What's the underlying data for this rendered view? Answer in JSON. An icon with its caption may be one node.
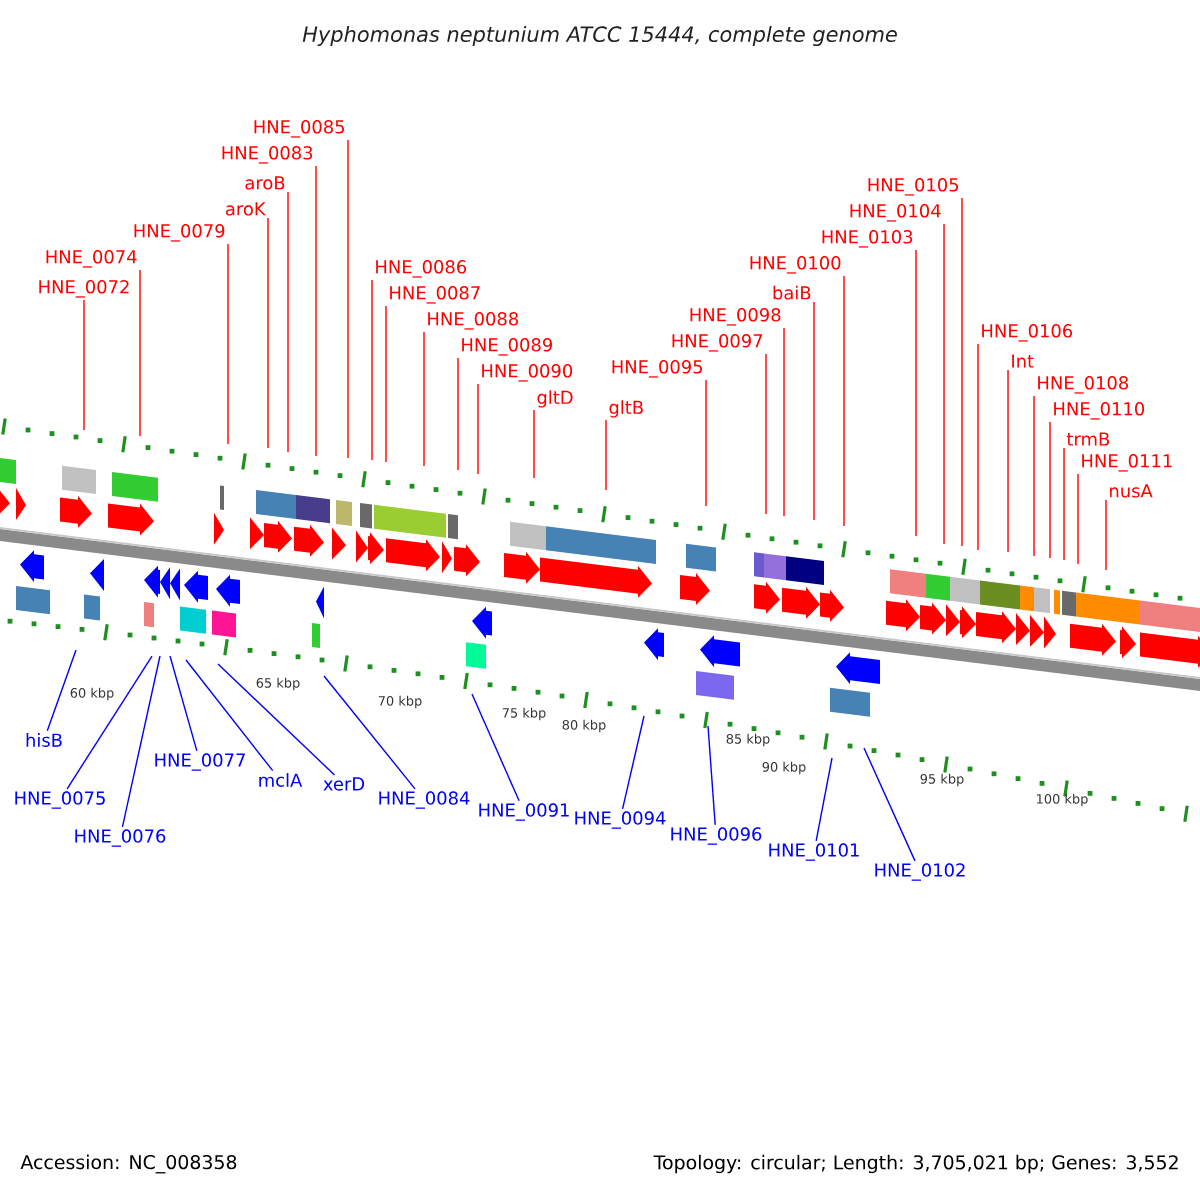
{
  "diagram": {
    "title": "Hyphomonas neptunium ATCC 15444, complete genome",
    "nodes": [
      {
        "text": [
          "HNE_0072"
        ]
      },
      {
        "text": [
          "HNE_0074"
        ]
      },
      {
        "text": [
          "HNE_0079"
        ]
      },
      {
        "text": [
          "aroK"
        ]
      },
      {
        "text": [
          "aroB"
        ]
      },
      {
        "text": [
          "HNE_0083"
        ]
      },
      {
        "text": [
          "HNE_0085"
        ]
      },
      {
        "text": [
          "HNE_0086"
        ]
      },
      {
        "text": [
          "HNE_0087"
        ]
      },
      {
        "text": [
          "HNE_0088"
        ]
      },
      {
        "text": [
          "HNE_0089"
        ]
      },
      {
        "text": [
          "HNE_0090"
        ]
      },
      {
        "text": [
          "gltD"
        ]
      },
      {
        "text": [
          "gltB"
        ]
      },
      {
        "text": [
          "HNE_0095"
        ]
      },
      {
        "text": [
          "HNE_0097"
        ]
      },
      {
        "text": [
          "HNE_0098"
        ]
      },
      {
        "text": [
          "baiB"
        ]
      },
      {
        "text": [
          "HNE_0100"
        ]
      },
      {
        "text": [
          "HNE_0103"
        ]
      },
      {
        "text": [
          "HNE_0104"
        ]
      },
      {
        "text": [
          "HNE_0105"
        ]
      },
      {
        "text": [
          "HNE_0106"
        ]
      },
      {
        "text": [
          "Int"
        ]
      },
      {
        "text": [
          "HNE_0108"
        ]
      },
      {
        "text": [
          "HNE_0110"
        ]
      },
      {
        "text": [
          "trmB"
        ]
      },
      {
        "text": [
          "HNE_0111"
        ]
      },
      {
        "text": [
          "nusA"
        ]
      },
      {
        "text": [
          "hisB"
        ]
      },
      {
        "text": [
          "HNE_0075"
        ]
      },
      {
        "text": [
          "HNE_0076"
        ]
      },
      {
        "text": [
          "HNE_0077"
        ]
      },
      {
        "text": [
          "mclA"
        ]
      },
      {
        "text": [
          "xerD"
        ]
      },
      {
        "text": [
          "HNE_0084"
        ]
      },
      {
        "text": [
          "HNE_0091"
        ]
      },
      {
        "text": [
          "HNE_0094"
        ]
      },
      {
        "text": [
          "HNE_0096"
        ]
      },
      {
        "text": [
          "HNE_0101"
        ]
      },
      {
        "text": [
          "HNE_0102"
        ]
      }
    ],
    "edges": [
      {
        "from": 0,
        "to": null,
        "arrow": "none"
      },
      {
        "from": 1,
        "to": null,
        "arrow": "none"
      },
      {
        "from": 2,
        "to": null,
        "arrow": "none"
      },
      {
        "from": 3,
        "to": null,
        "arrow": "none"
      },
      {
        "from": 4,
        "to": null,
        "arrow": "none"
      },
      {
        "from": 5,
        "to": null,
        "arrow": "none"
      },
      {
        "from": 6,
        "to": null,
        "arrow": "none"
      },
      {
        "from": 7,
        "to": null,
        "arrow": "none"
      },
      {
        "from": 8,
        "to": null,
        "arrow": "none"
      },
      {
        "from": 9,
        "to": null,
        "arrow": "none"
      },
      {
        "from": 10,
        "to": null,
        "arrow": "none"
      },
      {
        "from": 11,
        "to": null,
        "arrow": "none"
      },
      {
        "from": 12,
        "to": null,
        "arrow": "none"
      },
      {
        "from": 13,
        "to": null,
        "arrow": "none"
      },
      {
        "from": 14,
        "to": null,
        "arrow": "none"
      },
      {
        "from": 15,
        "to": null,
        "arrow": "none"
      },
      {
        "from": 16,
        "to": null,
        "arrow": "none"
      },
      {
        "from": 17,
        "to": null,
        "arrow": "none"
      },
      {
        "from": 18,
        "to": null,
        "arrow": "none"
      },
      {
        "from": 19,
        "to": null,
        "arrow": "none"
      },
      {
        "from": 20,
        "to": null,
        "arrow": "none"
      },
      {
        "from": 21,
        "to": null,
        "arrow": "none"
      },
      {
        "from": 22,
        "to": null,
        "arrow": "none"
      },
      {
        "from": 23,
        "to": null,
        "arrow": "none"
      },
      {
        "from": 24,
        "to": null,
        "arrow": "none"
      },
      {
        "from": 25,
        "to": null,
        "arrow": "none"
      },
      {
        "from": 26,
        "to": null,
        "arrow": "none"
      },
      {
        "from": 27,
        "to": null,
        "arrow": "none"
      },
      {
        "from": 28,
        "to": null,
        "arrow": "none"
      },
      {
        "from": 29,
        "to": null,
        "arrow": "none",
        "color": "#0000ff"
      },
      {
        "from": 30,
        "to": null,
        "arrow": "none",
        "color": "#0000ff"
      },
      {
        "from": 31,
        "to": null,
        "arrow": "none",
        "color": "#0000ff"
      },
      {
        "from": 32,
        "to": null,
        "arrow": "none",
        "color": "#0000ff"
      },
      {
        "from": 33,
        "to": null,
        "arrow": "none",
        "color": "#0000ff"
      },
      {
        "from": 34,
        "to": null,
        "arrow": "none",
        "color": "#0000ff"
      },
      {
        "from": 35,
        "to": null,
        "arrow": "none",
        "color": "#0000ff"
      },
      {
        "from": 36,
        "to": null,
        "arrow": "none",
        "color": "#0000ff"
      },
      {
        "from": 37,
        "to": null,
        "arrow": "none",
        "color": "#0000ff"
      },
      {
        "from": 38,
        "to": null,
        "arrow": "none",
        "color": "#0000ff"
      },
      {
        "from": 39,
        "to": null,
        "arrow": "none",
        "color": "#0000ff"
      },
      {
        "from": 40,
        "to": null,
        "arrow": "none",
        "color": "#0000ff"
      }
    ],
    "labels": [
      "60 kbp",
      "65 kbp",
      "70 kbp",
      "75 kbp",
      "80 kbp",
      "85 kbp",
      "90 kbp",
      "95 kbp",
      "100 kbp",
      "Accession: NC_008358",
      "Topology: circular; Length: 3,705,021 bp; Genes: 3,552"
    ]
  }
}
